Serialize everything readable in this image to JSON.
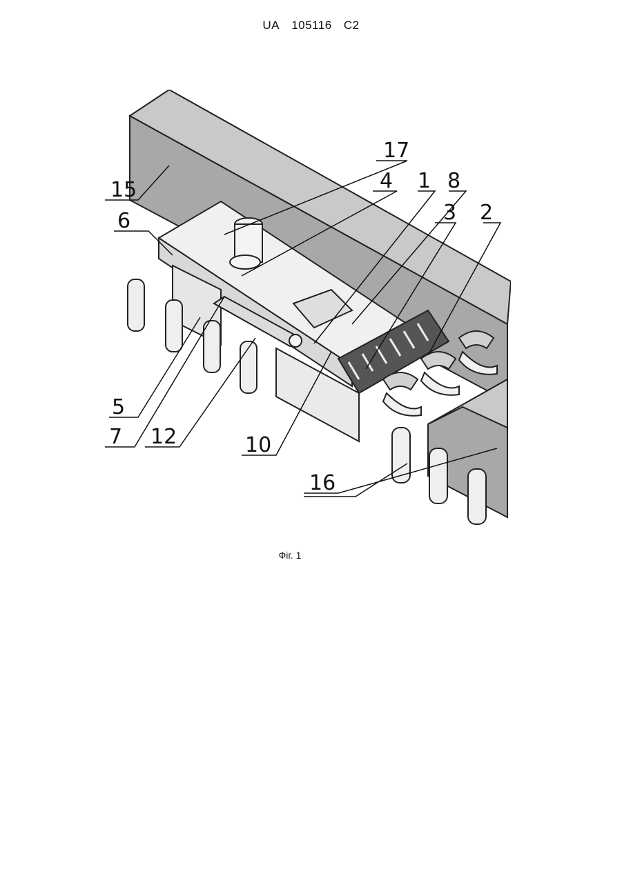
{
  "header": {
    "country": "UA",
    "number": "105116",
    "kind": "C2"
  },
  "figure": {
    "caption": "Фіг. 1",
    "labels": {
      "l1": "1",
      "l2": "2",
      "l3": "3",
      "l4": "4",
      "l5": "5",
      "l6": "6",
      "l7": "7",
      "l8": "8",
      "l10": "10",
      "l12": "12",
      "l15": "15",
      "l16": "16",
      "l17": "17"
    }
  }
}
